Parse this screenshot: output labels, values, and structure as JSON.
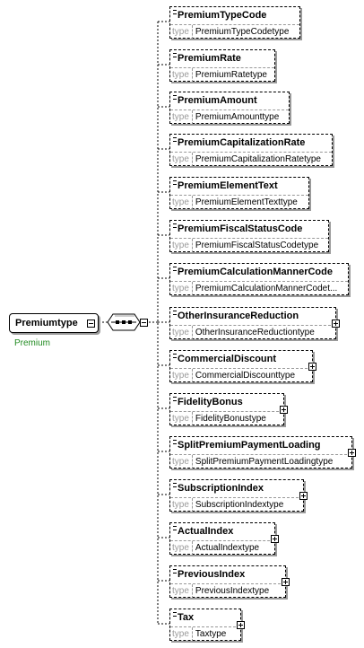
{
  "root": {
    "name": "Premiumtype",
    "subtitle": "Premium"
  },
  "type_label": "type",
  "elements": [
    {
      "name": "PremiumTypeCode",
      "type": "PremiumTypeCodetype",
      "expand": false
    },
    {
      "name": "PremiumRate",
      "type": "PremiumRatetype",
      "expand": false
    },
    {
      "name": "PremiumAmount",
      "type": "PremiumAmounttype",
      "expand": false
    },
    {
      "name": "PremiumCapitalizationRate",
      "type": "PremiumCapitalizationRatetype",
      "expand": false
    },
    {
      "name": "PremiumElementText",
      "type": "PremiumElementTexttype",
      "expand": false
    },
    {
      "name": "PremiumFiscalStatusCode",
      "type": "PremiumFiscalStatusCodetype",
      "expand": false
    },
    {
      "name": "PremiumCalculationMannerCode",
      "type": "PremiumCalculationMannerCodet...",
      "expand": false
    },
    {
      "name": "OtherInsuranceReduction",
      "type": "OtherInsuranceReductiontype",
      "expand": true
    },
    {
      "name": "CommercialDiscount",
      "type": "CommercialDiscounttype",
      "expand": true
    },
    {
      "name": "FidelityBonus",
      "type": "FidelityBonustype",
      "expand": true
    },
    {
      "name": "SplitPremiumPaymentLoading",
      "type": "SplitPremiumPaymentLoadingtype",
      "expand": true
    },
    {
      "name": "SubscriptionIndex",
      "type": "SubscriptionIndextype",
      "expand": true
    },
    {
      "name": "ActualIndex",
      "type": "ActualIndextype",
      "expand": true
    },
    {
      "name": "PreviousIndex",
      "type": "PreviousIndextype",
      "expand": true
    },
    {
      "name": "Tax",
      "type": "Taxtype",
      "expand": true
    }
  ]
}
